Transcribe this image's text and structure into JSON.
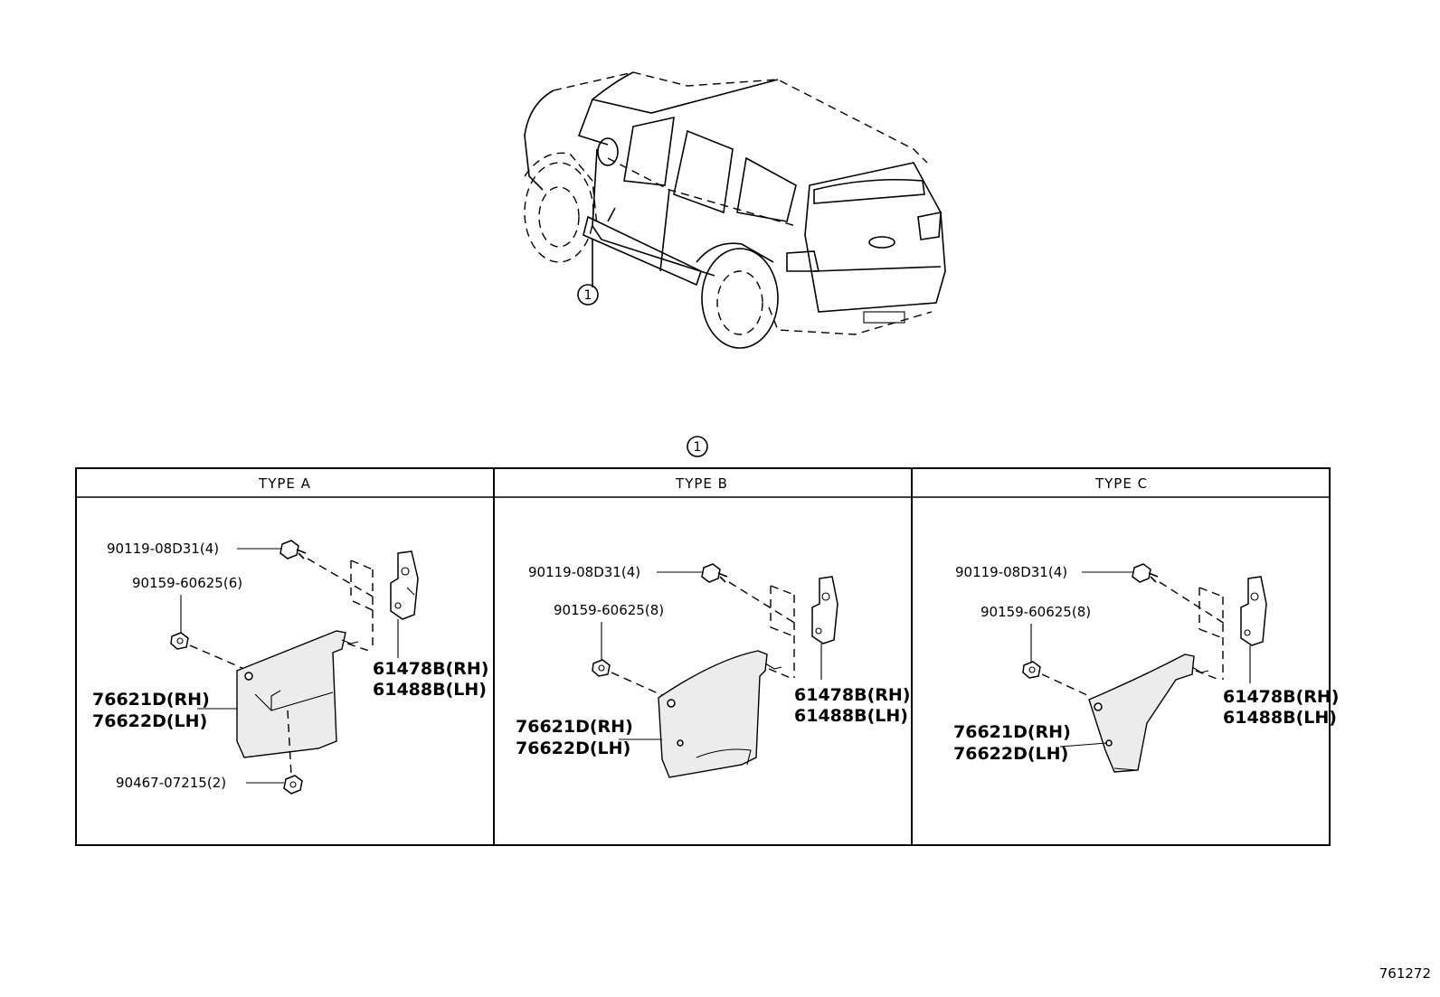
{
  "diagram": {
    "callout": "1",
    "panel_callout": "1",
    "figure_number": "761272"
  },
  "panels": [
    {
      "title": "TYPE A",
      "screw": "90119-08D31(4)",
      "clip": "90159-60625(6)",
      "flap_rh": "76621D(RH)",
      "flap_lh": "76622D(LH)",
      "bracket_rh": "61478B(RH)",
      "bracket_lh": "61488B(LH)",
      "bolt": "90467-07215(2)"
    },
    {
      "title": "TYPE B",
      "screw": "90119-08D31(4)",
      "clip": "90159-60625(8)",
      "flap_rh": "76621D(RH)",
      "flap_lh": "76622D(LH)",
      "bracket_rh": "61478B(RH)",
      "bracket_lh": "61488B(LH)"
    },
    {
      "title": "TYPE C",
      "screw": "90119-08D31(4)",
      "clip": "90159-60625(8)",
      "flap_rh": "76621D(RH)",
      "flap_lh": "76622D(LH)",
      "bracket_rh": "61478B(RH)",
      "bracket_lh": "61488B(LH)"
    }
  ]
}
